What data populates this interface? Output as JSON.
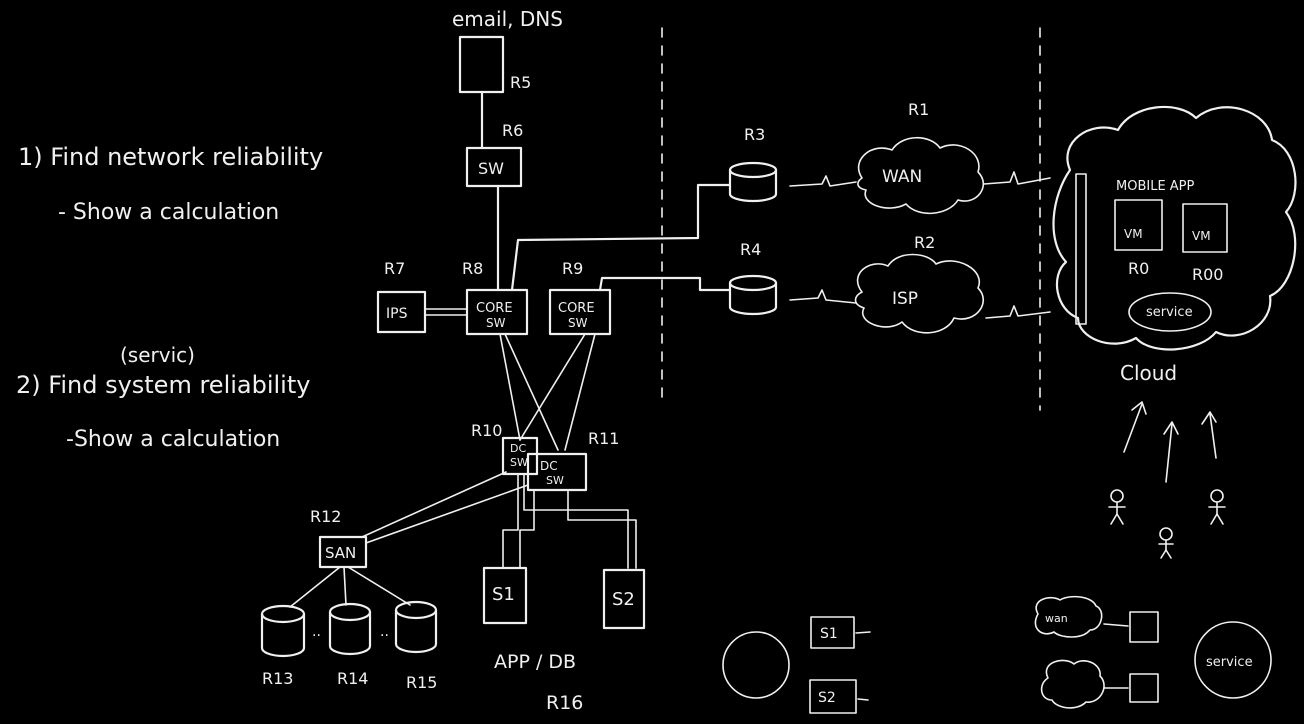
{
  "questions": [
    {
      "text": "1) Find network reliability",
      "sub": "- Show a calculation"
    },
    {
      "pre": "(servic)",
      "text": "2) Find system reliability",
      "sub": "-Show a calculation"
    }
  ],
  "nodes": {
    "email_dns": "email, DNS",
    "r5": "R5",
    "r6": "R6",
    "sw": "SW",
    "r7": "R7",
    "ips": "IPS",
    "r8": "R8",
    "r9": "R9",
    "core_sw_top": "CORE",
    "core_sw_bottom": "SW",
    "r10": "R10",
    "r11": "R11",
    "dc": "DC",
    "dc_sw": "SW",
    "r12": "R12",
    "san": "SAN",
    "r13": "R13",
    "r14": "R14",
    "r15": "R15",
    "s1": "S1",
    "s2": "S2",
    "app_db": "APP  /  DB",
    "r16": "R16",
    "r3": "R3",
    "r4": "R4",
    "r1": "R1",
    "r2": "R2",
    "wan": "WAN",
    "isp": "ISP",
    "mobile_app": "MOBILE  APP",
    "vm": "VM",
    "r0": "R0",
    "r00": "R00",
    "service": "service",
    "cloud": "Cloud",
    "legend_s1": "S1",
    "legend_s2": "S2",
    "legend_wan": "wan",
    "legend_service": "service"
  }
}
